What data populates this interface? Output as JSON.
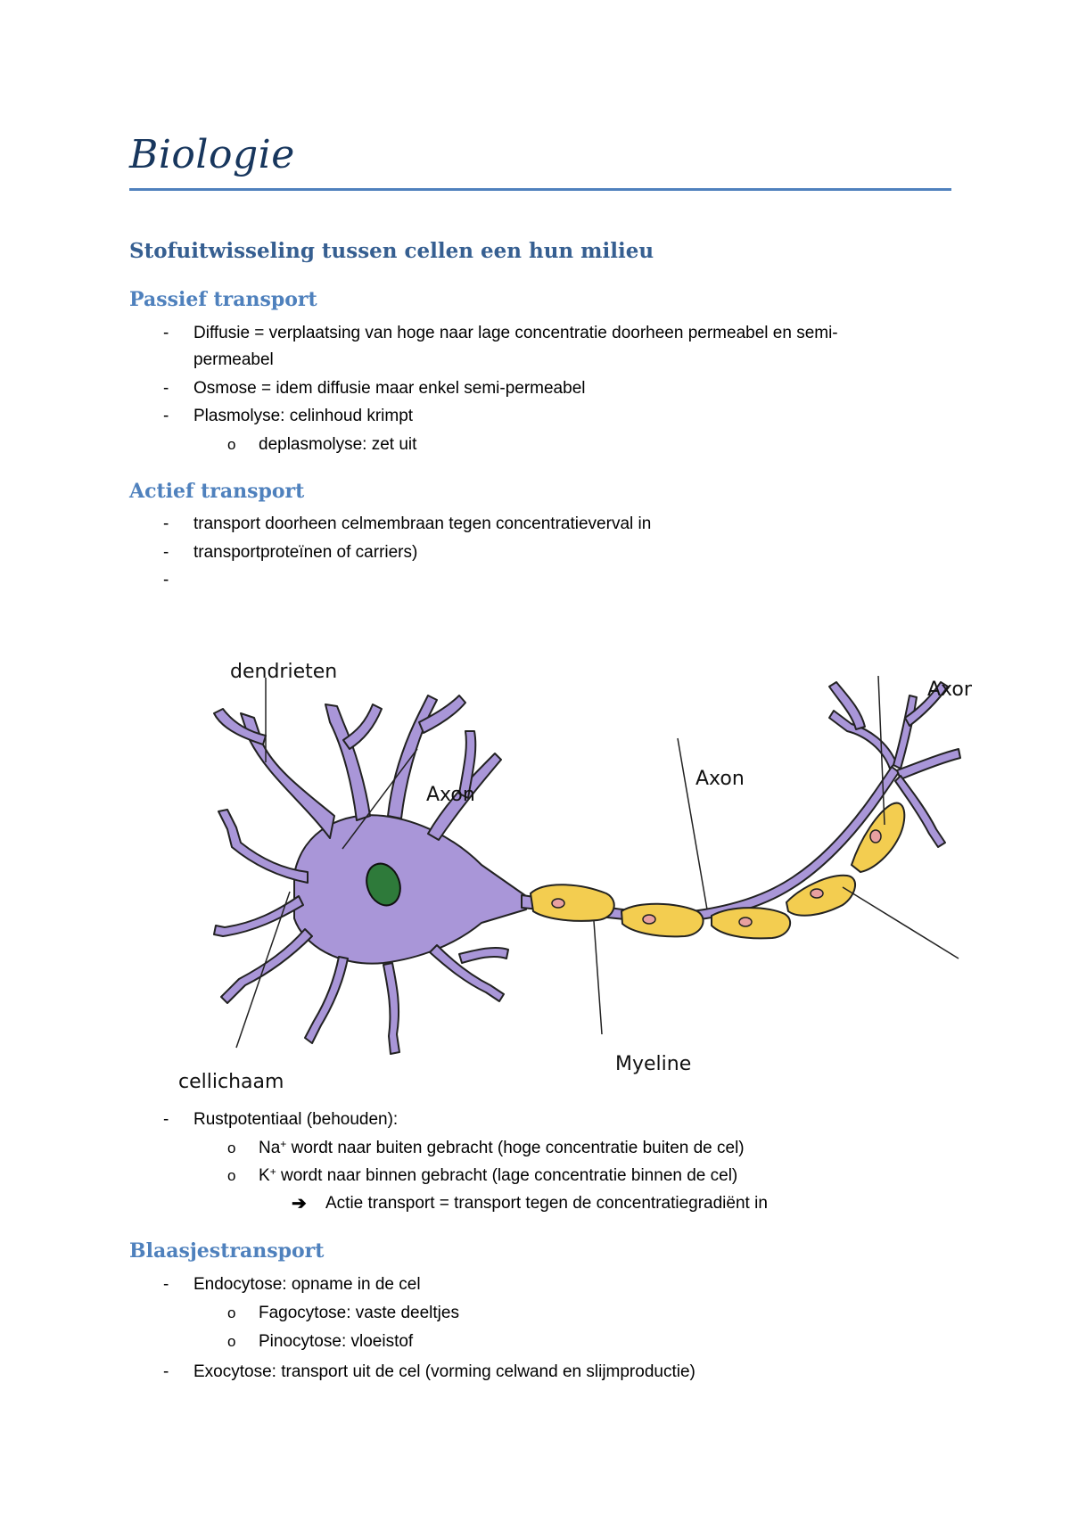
{
  "title": "Biologie",
  "section": "Stofuitwisseling tussen cellen een hun milieu",
  "passief": {
    "heading": "Passief transport",
    "diffusie_1": "Diffusie = verplaatsing van hoge naar lage concentratie doorheen permeabel  en semi-",
    "diffusie_2": "permeabel",
    "osmose": "Osmose = idem diffusie maar enkel semi-permeabel",
    "plasmolyse": "Plasmolyse: celinhoud krimpt",
    "deplasmolyse": "deplasmolyse: zet uit"
  },
  "actief": {
    "heading": "Actief transport",
    "item1": "transport doorheen celmembraan tegen concentratieverval in",
    "item2": "transportproteïnen of carriers)",
    "item3": ""
  },
  "diagram": {
    "label_dendrieten": "dendrieten",
    "label_axon_1": "Axon",
    "label_axon_2": "Axon",
    "label_axon_3": "Axon",
    "label_myeline": "Myeline",
    "label_cellichaam": "cellichaam",
    "colors": {
      "neuron": "#a996d8",
      "myelin": "#f3cd50",
      "nucleus": "#2e7a3a",
      "cell_nucleus": "#e8a0a0"
    }
  },
  "rust": {
    "heading": "Rustpotentiaal (behouden):",
    "na_symbol": "Na",
    "na_charge": "+",
    "na_text": " wordt naar buiten gebracht (hoge concentratie buiten de cel)",
    "k_symbol": "K",
    "k_charge": "+",
    "k_text": " wordt naar binnen gebracht (lage concentratie binnen de cel)",
    "conclusion": "Actie transport = transport tegen de concentratiegradiënt in"
  },
  "blaasjes": {
    "heading": "Blaasjestransport",
    "endocytose": "Endocytose: opname in de cel",
    "fagocytose": "Fagocytose: vaste deeltjes",
    "pinocytose": "Pinocytose: vloeistof",
    "exocytose": "Exocytose: transport uit de cel (vorming celwand en slijmproductie)"
  },
  "markers": {
    "dash": "-",
    "circle": "o",
    "arrow": "➔"
  }
}
